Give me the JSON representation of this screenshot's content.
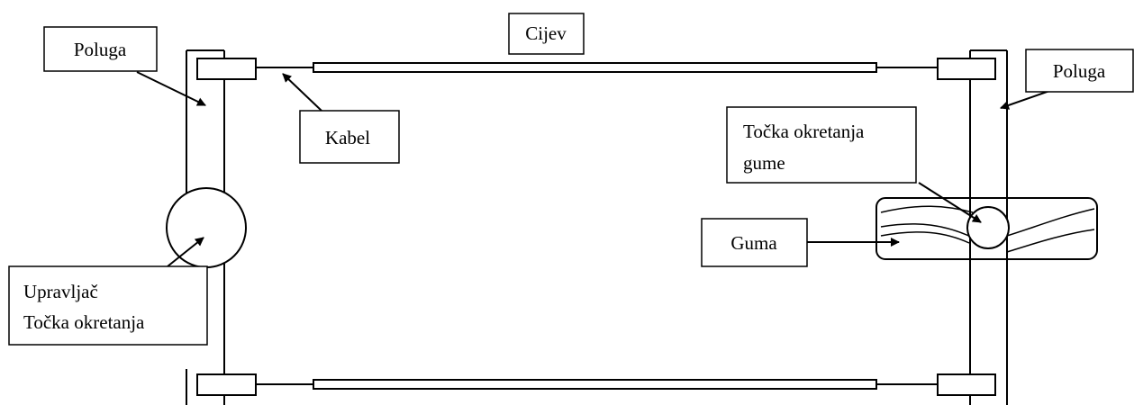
{
  "labels": {
    "cijev": "Cijev",
    "poluga_left": "Poluga",
    "poluga_right": "Poluga",
    "kabel": "Kabel",
    "tocka_gume_line1": "Točka okretanja",
    "tocka_gume_line2": "gume",
    "guma": "Guma",
    "upravljac_line1": "Upravljač",
    "upravljac_line2": "Točka okretanja"
  }
}
